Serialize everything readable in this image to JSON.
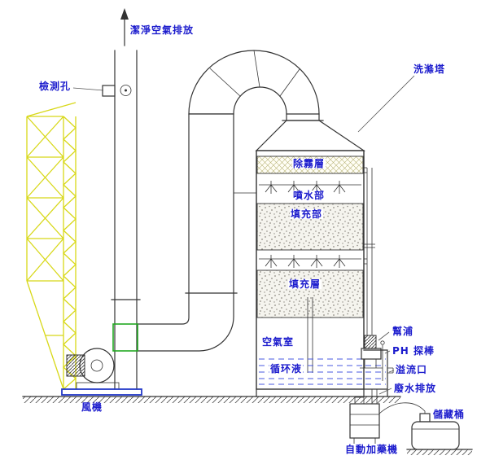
{
  "diagram": {
    "title": "洗滌塔",
    "labels": {
      "clean_air_outlet": "潔淨空氣排放",
      "inspection_port": "檢測孔",
      "scrubber_tower": "洗滌塔",
      "demister": "除霧層",
      "spray_section": "噴水部",
      "packing_section": "填充部",
      "packing_layer": "填充層",
      "air_chamber": "空氣室",
      "circulating_liquid": "循环液",
      "pump": "幫浦",
      "ph_probe": "PH 探棒",
      "overflow_port": "溢流口",
      "wastewater_discharge": "廢水排放",
      "storage_tank": "儲藏桶",
      "auto_dosing_machine": "自動加藥機",
      "fan": "風機"
    },
    "colors": {
      "label_blue": "#1c1ccd",
      "truss_yellow": "#d8d818",
      "fan_green": "#22a822",
      "base_blue": "#2238c8",
      "water_blue": "#4a5ae0",
      "line_black": "#333333"
    }
  }
}
